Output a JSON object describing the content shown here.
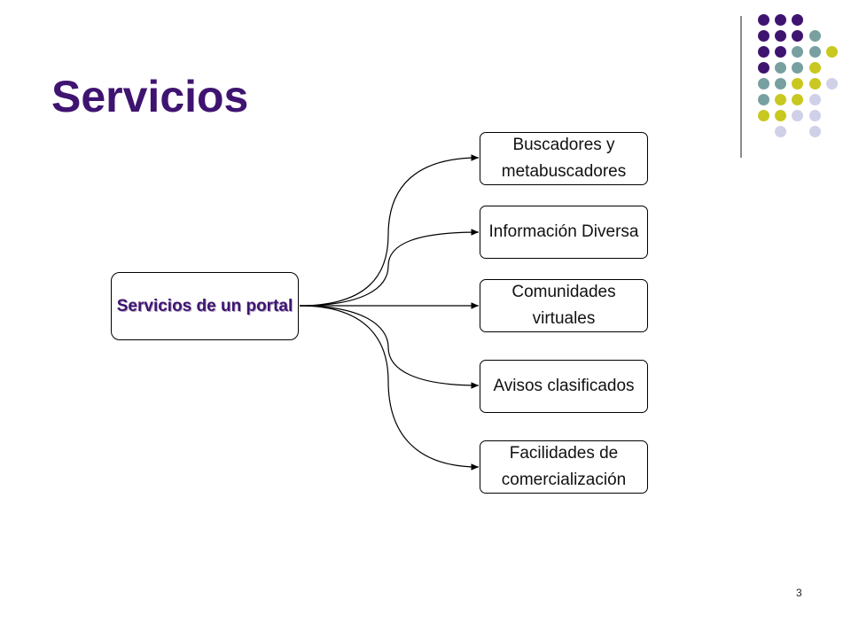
{
  "slide": {
    "title": "Servicios",
    "page_number": "3"
  },
  "diagram": {
    "source": "Servicios de un portal",
    "targets": [
      "Buscadores y metabuscadores",
      "Información Diversa",
      "Comunidades virtuales",
      "Avisos clasificados",
      "Facilidades de comercialización"
    ]
  },
  "colors": {
    "title": "#3f1470",
    "dot_purple": "#3f1470",
    "dot_teal": "#78a0a0",
    "dot_yellow": "#c8c820",
    "dot_lavender": "#d0d0e8"
  }
}
